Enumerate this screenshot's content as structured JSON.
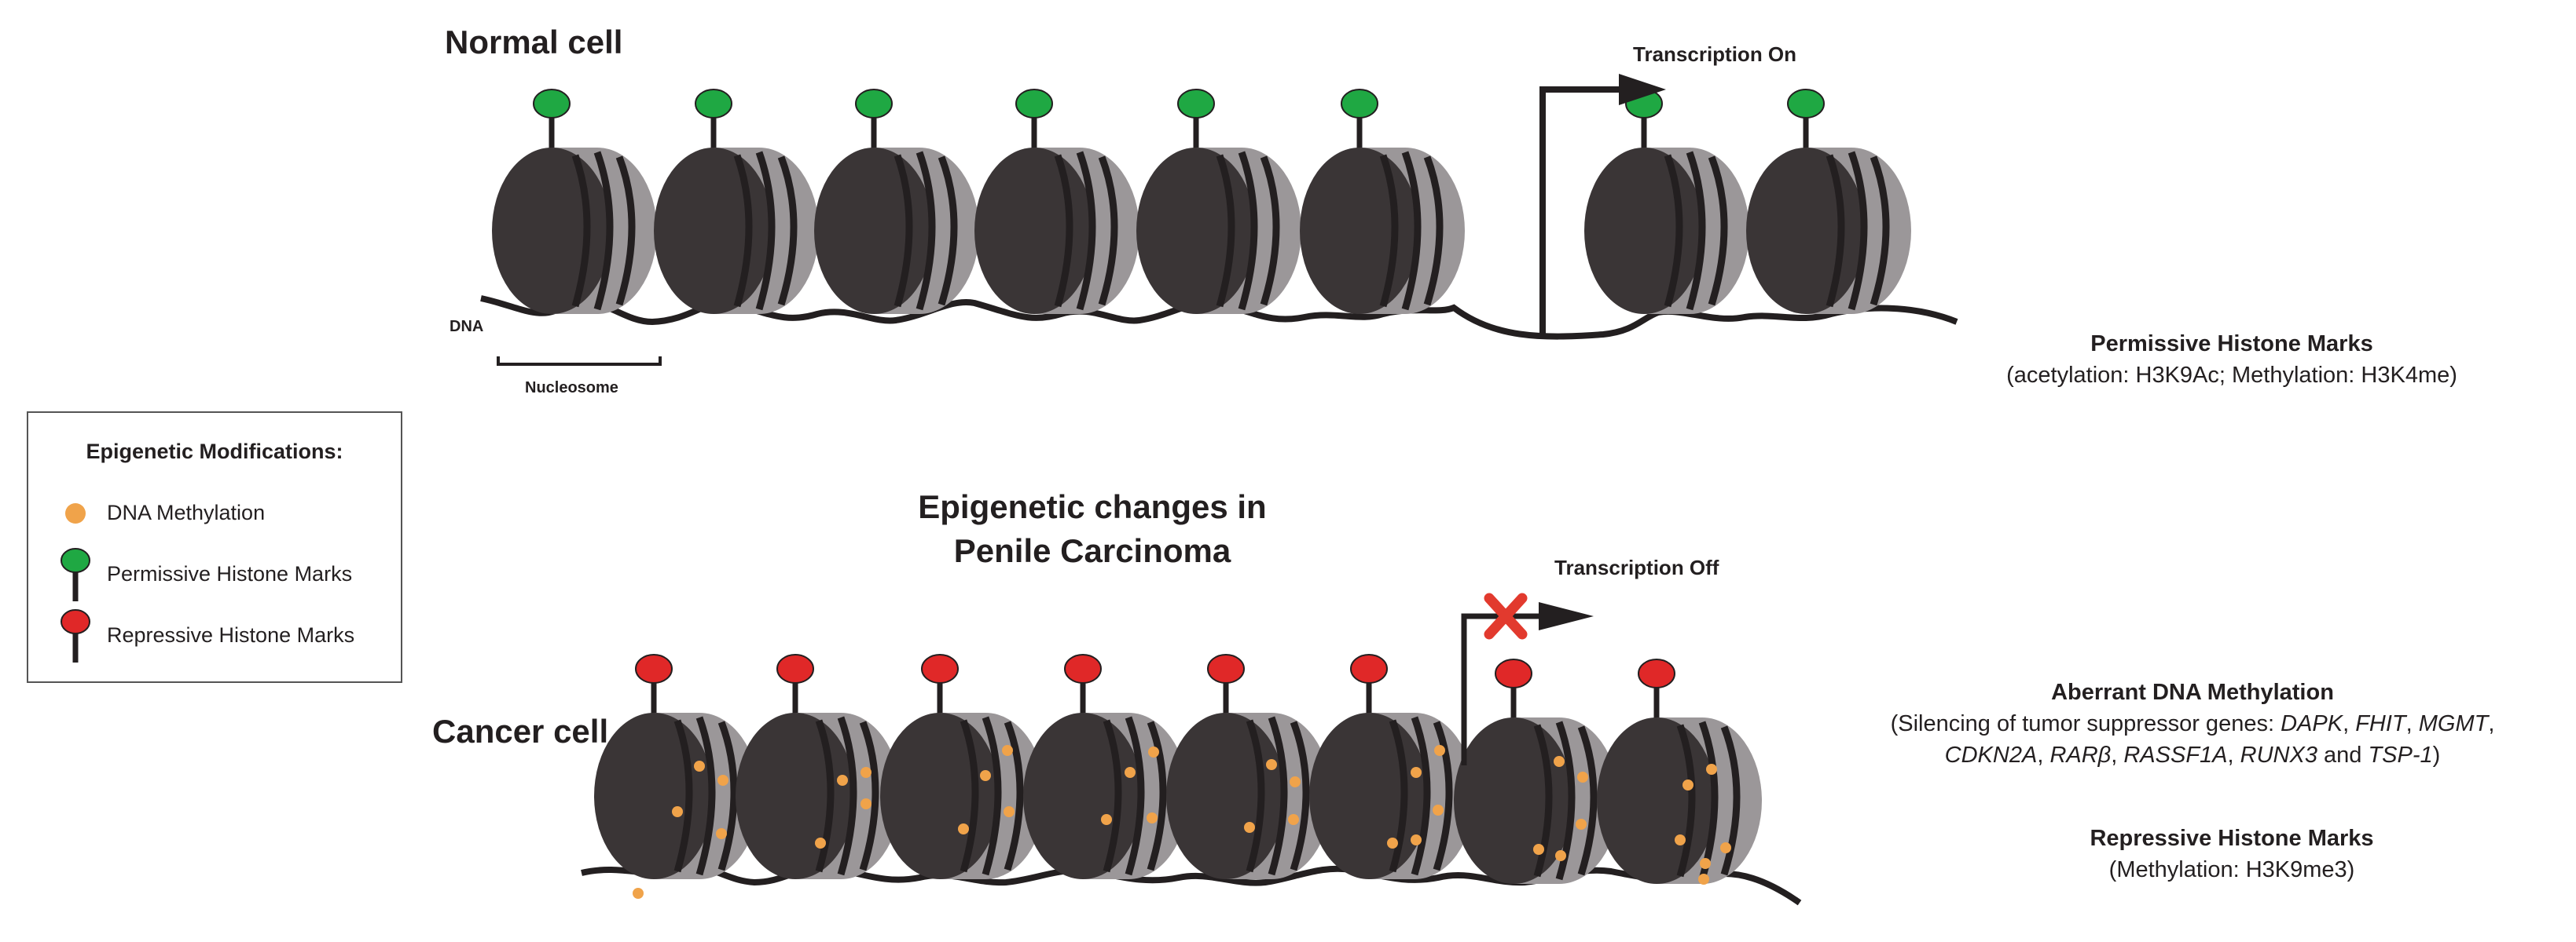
{
  "normal_section": {
    "title": "Normal cell",
    "transcription_label": "Transcription On",
    "dna_label": "DNA",
    "nucleosome_label": "Nucleosome"
  },
  "cancer_section": {
    "title": "Cancer cell",
    "heading_line1": "Epigenetic changes in",
    "heading_line2": "Penile Carcinoma",
    "transcription_label": "Transcription Off"
  },
  "permissive_info": {
    "title": "Permissive Histone Marks",
    "detail": "(acetylation: H3K9Ac; Methylation: H3K4me)"
  },
  "aberrant_info": {
    "title": "Aberrant DNA Methylation",
    "line1_prefix": "(Silencing of tumor suppressor genes: ",
    "genes": [
      "DAPK",
      "FHIT",
      "MGMT",
      "CDKN2A",
      "RARβ",
      "RASSF1A",
      "RUNX3",
      "TSP-1"
    ],
    "separator": ", ",
    "conjunction": " and ",
    "closing": ")"
  },
  "repressive_info": {
    "title": "Repressive Histone Marks",
    "detail": "(Methylation: H3K9me3)"
  },
  "legend": {
    "title": "Epigenetic Modifications:",
    "items": [
      {
        "label": "DNA Methylation",
        "symbol": "methyl-dot"
      },
      {
        "label": "Permissive Histone Marks",
        "symbol": "green-mark"
      },
      {
        "label": "Repressive Histone Marks",
        "symbol": "red-mark"
      }
    ]
  },
  "colors": {
    "permissive": "#1fa843",
    "repressive": "#e02828",
    "methylation": "#f0a34a",
    "histone_dark": "#3a3536",
    "histone_light": "#9b9799",
    "stop": "#e23a2e"
  },
  "normal_nucleosome_count": 8,
  "cancer_nucleosome_count": 8
}
